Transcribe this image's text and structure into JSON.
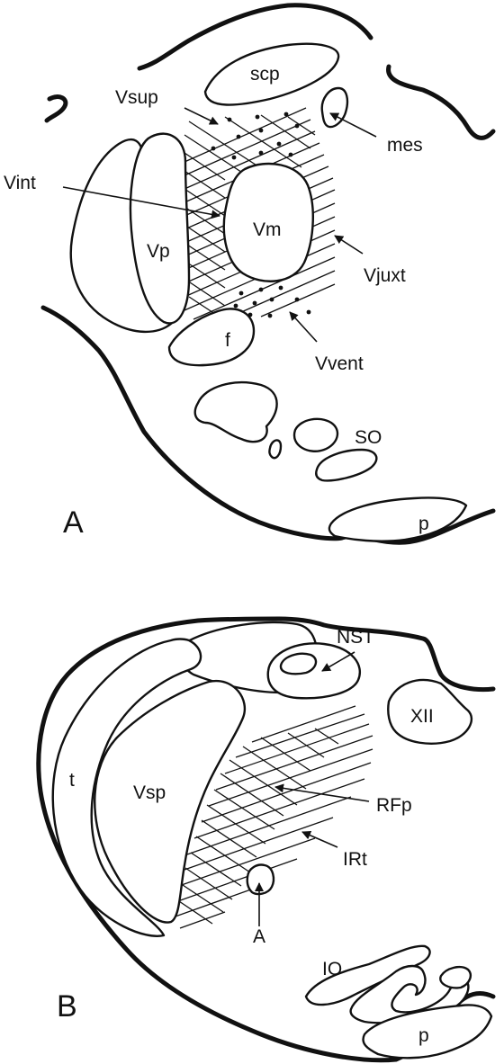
{
  "panel_a": {
    "label": "A",
    "structures": {
      "scp": "scp",
      "mes": "mes",
      "vsup": "Vsup",
      "vint": "Vint",
      "vm": "Vm",
      "vp": "Vp",
      "vjuxt": "Vjuxt",
      "f": "f",
      "vvent": "Vvent",
      "so": "SO",
      "p": "p"
    }
  },
  "panel_b": {
    "label": "B",
    "structures": {
      "nst": "NST",
      "xii": "XII",
      "t": "t",
      "vsp": "Vsp",
      "rfp": "RFp",
      "irt": "IRt",
      "a": "A",
      "io": "IO",
      "p": "p"
    }
  },
  "colors": {
    "ink": "#111111",
    "background": "#ffffff"
  }
}
